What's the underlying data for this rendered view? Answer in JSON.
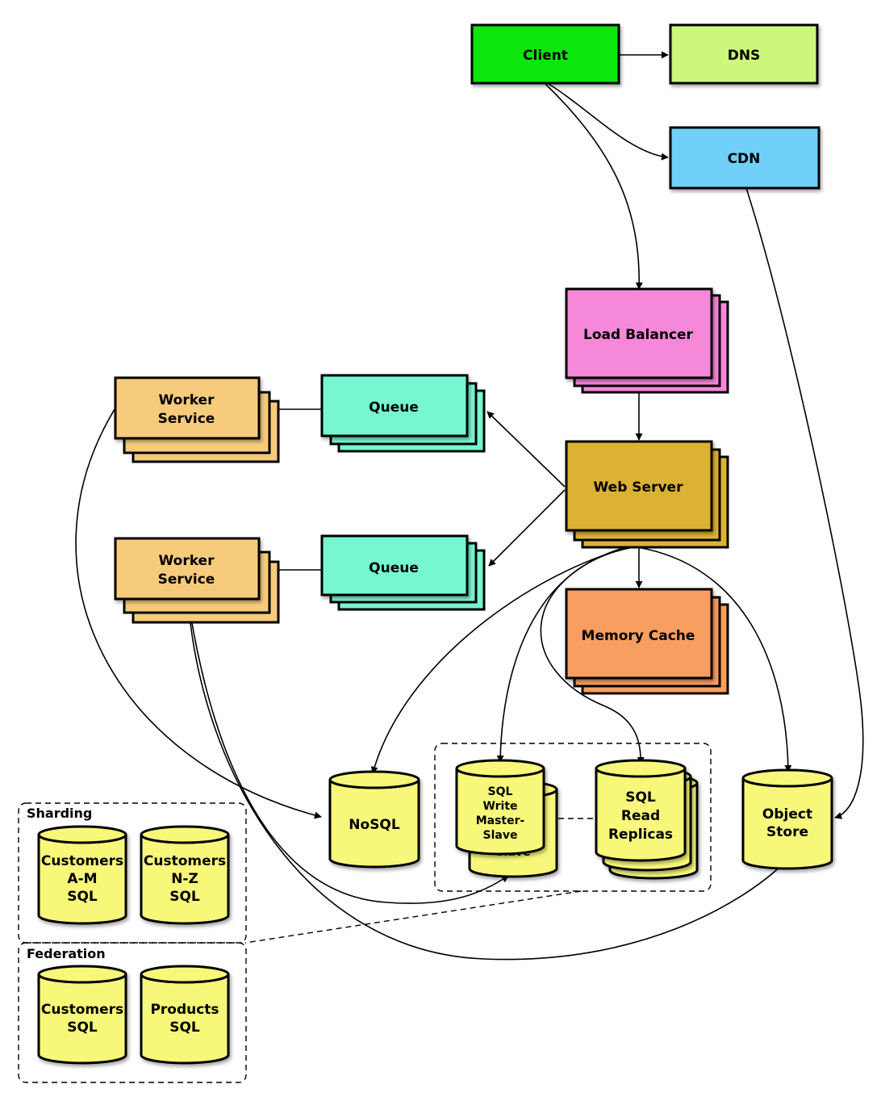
{
  "colors": {
    "client": "#11e60f",
    "dns": "#cdf77a",
    "cdn": "#6fd0fa",
    "load_balancer": "#f588d8",
    "web_server": "#dcb234",
    "queue": "#76f7d2",
    "worker": "#f7cb7c",
    "memory_cache": "#f89e60",
    "database": "#f7f77a"
  },
  "nodes": {
    "client": "Client",
    "dns": "DNS",
    "cdn": "CDN",
    "load_balancer": "Load Balancer",
    "web_server": "Web Server",
    "queue_top": "Queue",
    "queue_bottom": "Queue",
    "worker_top": [
      "Worker",
      "Service"
    ],
    "worker_bottom": [
      "Worker",
      "Service"
    ],
    "memory_cache": "Memory Cache",
    "nosql": "NoSQL",
    "sql_write": [
      "SQL",
      "Write",
      "Master-",
      "Slave"
    ],
    "sql_write_back": "Slave",
    "sql_read": [
      "SQL",
      "Read",
      "Replicas"
    ],
    "object_store": [
      "Object",
      "Store"
    ],
    "customers_am": [
      "Customers",
      "A-M",
      "SQL"
    ],
    "customers_nz": [
      "Customers",
      "N-Z",
      "SQL"
    ],
    "customers_sql": [
      "Customers",
      "SQL"
    ],
    "products_sql": [
      "Products",
      "SQL"
    ]
  },
  "groups": {
    "sharding": "Sharding",
    "federation": "Federation"
  }
}
